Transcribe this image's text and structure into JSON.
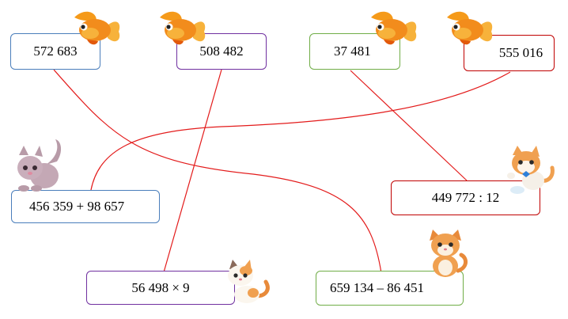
{
  "top_boxes": [
    {
      "id": "a",
      "text": "572 683",
      "border": "#4a7ebb"
    },
    {
      "id": "b",
      "text": "508 482",
      "border": "#7030a0"
    },
    {
      "id": "c",
      "text": "37 481",
      "border": "#70ad47"
    },
    {
      "id": "d",
      "text": "555 016",
      "border": "#c00000"
    }
  ],
  "expression_boxes": [
    {
      "id": "e",
      "text": "456 359 + 98 657",
      "border": "#4a7ebb"
    },
    {
      "id": "f",
      "text": "449 772 : 12",
      "border": "#c00000"
    },
    {
      "id": "g",
      "text": "56 498 × 9",
      "border": "#7030a0"
    },
    {
      "id": "h",
      "text": "659 134 – 86 451",
      "border": "#70ad47"
    }
  ],
  "connections": [
    {
      "from": "572 683",
      "to": "659 134 – 86 451"
    },
    {
      "from": "508 482",
      "to": "56 498 × 9"
    },
    {
      "from": "37 481",
      "to": "449 772 : 12"
    },
    {
      "from": "555 016",
      "to": "456 359 + 98 657"
    }
  ],
  "colors": {
    "line": "#e31b1b",
    "fish": "#f59a1a",
    "fish_dark": "#e2590b",
    "cat_orange": "#f0a050",
    "cat_grey": "#b89ba8"
  },
  "icons": [
    "goldfish-icon",
    "cat-icon"
  ]
}
